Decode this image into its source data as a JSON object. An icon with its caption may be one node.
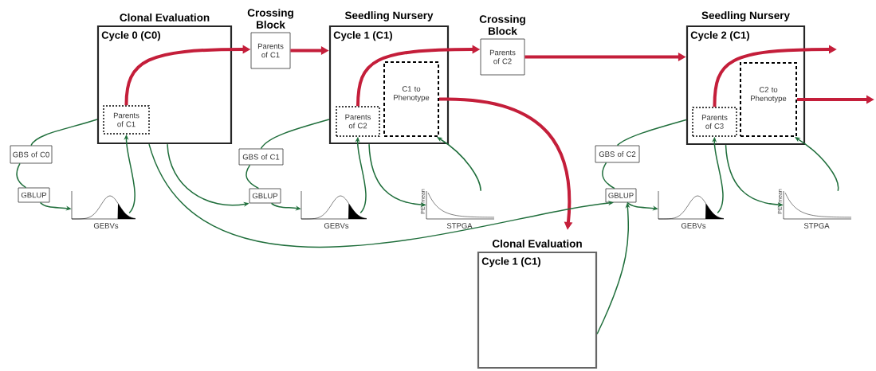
{
  "diagram": {
    "nodes": [
      {
        "text": [
          "Clonal Evaluation",
          "Cycle 0 (C0)"
        ]
      },
      {
        "text": [
          "Parents of C1"
        ],
        "in": 0
      },
      {
        "text": [
          "Crossing Block",
          "Parents of C1"
        ]
      },
      {
        "text": [
          "Seedling Nursery",
          "Cycle 1 (C1)"
        ]
      },
      {
        "text": [
          "Parents of C2"
        ],
        "in": 3
      },
      {
        "text": [
          "C1 to Phenotype"
        ],
        "in": 3
      },
      {
        "text": [
          "Crossing Block",
          "Parents of C2"
        ]
      },
      {
        "text": [
          "Seedling Nursery",
          "Cycle 2 (C1)"
        ]
      },
      {
        "text": [
          "Parents of C3"
        ],
        "in": 7
      },
      {
        "text": [
          "C2 to Phenotype"
        ],
        "in": 7
      },
      {
        "text": [
          "GBS of C0"
        ]
      },
      {
        "text": [
          "GBLUP"
        ]
      },
      {
        "text": [],
        "shape": "picture",
        "beside": [
          "GEBVs"
        ]
      },
      {
        "text": [
          "GBS of C1"
        ]
      },
      {
        "text": [
          "GBLUP"
        ]
      },
      {
        "text": [],
        "shape": "picture",
        "beside": [
          "GEBVs"
        ]
      },
      {
        "text": [],
        "shape": "picture",
        "beside": [
          "PEVmean",
          "STPGA"
        ]
      },
      {
        "text": [
          "Clonal Evaluation",
          "Cycle 1 (C1)"
        ]
      },
      {
        "text": [
          "GBS of C2"
        ]
      },
      {
        "text": [
          "GBLUP"
        ]
      },
      {
        "text": [],
        "shape": "picture",
        "beside": [
          "GEBVs"
        ]
      },
      {
        "text": [],
        "shape": "picture",
        "beside": [
          "PEVmean",
          "STPGA"
        ]
      }
    ],
    "edges": [
      {
        "from": 1,
        "to": 2,
        "arrow": "to",
        "style": "thick",
        "color": "#c41e3a"
      },
      {
        "from": 2,
        "to": 3,
        "arrow": "to",
        "style": "thick",
        "color": "#c41e3a"
      },
      {
        "from": 4,
        "to": 6,
        "arrow": "to",
        "style": "thick",
        "color": "#c41e3a"
      },
      {
        "from": 6,
        "to": 7,
        "arrow": "to",
        "style": "thick",
        "color": "#c41e3a"
      },
      {
        "from": 5,
        "to": 17,
        "arrow": "to",
        "style": "thick",
        "color": "#c41e3a"
      },
      {
        "from": 8,
        "to": null,
        "arrow": "to",
        "style": "thick",
        "color": "#c41e3a"
      },
      {
        "from": 9,
        "to": null,
        "arrow": "to",
        "style": "thick",
        "color": "#c41e3a"
      },
      {
        "from": 0,
        "to": 10,
        "arrow": "none"
      },
      {
        "from": 10,
        "to": 11,
        "arrow": "none"
      },
      {
        "from": 11,
        "to": 12,
        "arrow": "to"
      },
      {
        "from": 12,
        "to": 1,
        "arrow": "to"
      },
      {
        "from": 0,
        "to": 14,
        "arrow": "to"
      },
      {
        "from": 0,
        "to": 19,
        "arrow": "to"
      },
      {
        "from": 17,
        "to": 19,
        "arrow": "to"
      },
      {
        "from": 3,
        "to": 13,
        "arrow": "none"
      },
      {
        "from": 13,
        "to": 14,
        "arrow": "none"
      },
      {
        "from": 14,
        "to": 15,
        "arrow": "to"
      },
      {
        "from": 15,
        "to": 4,
        "arrow": "to"
      },
      {
        "from": 3,
        "to": 16,
        "arrow": "to"
      },
      {
        "from": 16,
        "to": 5,
        "arrow": "to"
      },
      {
        "from": 7,
        "to": 18,
        "arrow": "none"
      },
      {
        "from": 18,
        "to": 19,
        "arrow": "none"
      },
      {
        "from": 19,
        "to": 20,
        "arrow": "to"
      },
      {
        "from": 20,
        "to": 8,
        "arrow": "to"
      },
      {
        "from": 7,
        "to": 21,
        "arrow": "to"
      },
      {
        "from": 21,
        "to": 9,
        "arrow": "to"
      }
    ]
  }
}
